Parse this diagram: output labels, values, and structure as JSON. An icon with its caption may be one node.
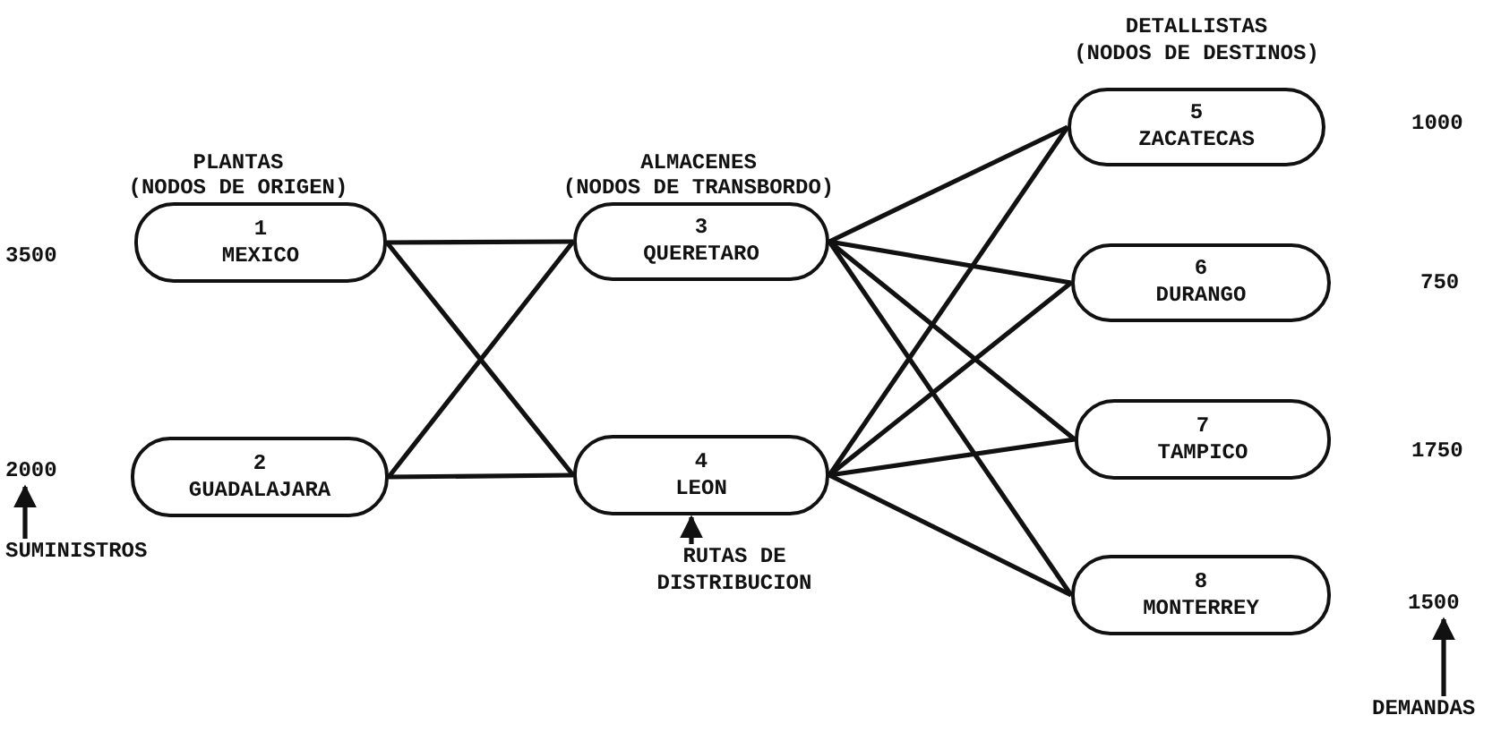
{
  "diagram": {
    "nodes": [
      {
        "text": [
          "1",
          "MEXICO"
        ]
      },
      {
        "text": [
          "2",
          "GUADALAJARA"
        ]
      },
      {
        "text": [
          "3",
          "QUERETARO"
        ]
      },
      {
        "text": [
          "4",
          "LEON"
        ]
      },
      {
        "text": [
          "5",
          "ZACATECAS"
        ]
      },
      {
        "text": [
          "6",
          "DURANGO"
        ]
      },
      {
        "text": [
          "7",
          "TAMPICO"
        ]
      },
      {
        "text": [
          "8",
          "MONTERREY"
        ]
      },
      {
        "text": [
          "2000"
        ]
      },
      {
        "text": [
          "SUMINISTROS"
        ]
      },
      {
        "text": [
          "RUTAS DE DISTRIBUCION"
        ]
      },
      {
        "text": [
          "1500"
        ]
      },
      {
        "text": [
          "DEMANDAS"
        ]
      }
    ],
    "edges": [
      {
        "from": 0,
        "to": 2,
        "arrow": "none"
      },
      {
        "from": 0,
        "to": 3,
        "arrow": "none"
      },
      {
        "from": 1,
        "to": 2,
        "arrow": "none"
      },
      {
        "from": 1,
        "to": 3,
        "arrow": "none"
      },
      {
        "from": 2,
        "to": 4,
        "arrow": "none"
      },
      {
        "from": 2,
        "to": 5,
        "arrow": "none"
      },
      {
        "from": 2,
        "to": 6,
        "arrow": "none"
      },
      {
        "from": 2,
        "to": 7,
        "arrow": "none"
      },
      {
        "from": 3,
        "to": 4,
        "arrow": "none"
      },
      {
        "from": 3,
        "to": 5,
        "arrow": "none"
      },
      {
        "from": 3,
        "to": 6,
        "arrow": "none"
      },
      {
        "from": 3,
        "to": 7,
        "arrow": "none"
      },
      {
        "from": 9,
        "to": 8,
        "arrow": "to"
      },
      {
        "from": 10,
        "to": 3,
        "arrow": "to"
      },
      {
        "from": 12,
        "to": 11,
        "arrow": "to"
      }
    ],
    "labels": [
      "DETALLISTAS",
      "(NODOS DE DESTINOS)",
      "PLANTAS",
      "(NODOS DE ORIGEN)",
      "ALMACENES",
      "(NODOS DE TRANSBORDO)",
      "1000",
      "3500",
      "750",
      "1750"
    ]
  }
}
